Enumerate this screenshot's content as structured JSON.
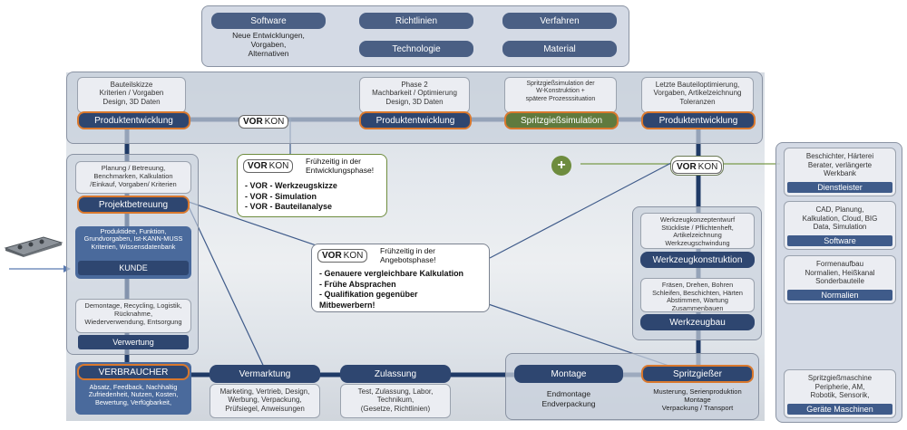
{
  "top_box": {
    "items": [
      "Software",
      "Richtlinien",
      "Verfahren",
      "Technologie",
      "Material"
    ],
    "software_sub": "Neue Entwicklungen,\nVorgaben,\nAlternativen"
  },
  "top_row": {
    "card1": "Bauteilskizze\nKriterien / Vorgaben\nDesign, 3D Daten",
    "card2": "Phase 2\nMachbarkeit / Optimierung\nDesign, 3D Daten",
    "card3": "Spritzgießsimulation der\nW-Konstruktion +\nspätere Prozesssituation",
    "card4": "Letzte Bauteiloptimierung,\nVorgaben, Artikelzeichnung\nToleranzen",
    "pill1": "Produktentwicklung",
    "pill2": "Produktentwicklung",
    "pill3": "Spritzgießsimulation",
    "pill4": "Produktentwicklung"
  },
  "vorkon": {
    "vor": "VOR",
    "kon": "KON"
  },
  "callout1": {
    "heading": "Frühzeitig in der\nEntwicklungsphase!",
    "bullets": [
      "VOR - Werkzeugskizze",
      "VOR - Simulation",
      "VOR - Bauteilanalyse"
    ]
  },
  "callout2": {
    "heading": "Frühzeitig in der\nAngebotsphase!",
    "bullets": [
      "Genauere vergleichbare Kalkulation",
      "Frühe Absprachen",
      "Qualifikation gegenüber\nMitbewerbern!"
    ]
  },
  "plus": "+",
  "left": {
    "projekt_text": "Planung / Betreuung,\nBenchmarken, Kalkulation\n/Einkauf, Vorgaben/ Kriterien",
    "projekt_label": "Projektbetreuung",
    "kunde_text": "Produktidee, Funktion,\nGrundvorgaben, Ist-KANN-MUSS\nKriterien, Wissensdatenbank",
    "kunde_label": "KUNDE",
    "verwertung_text": "Demontage, Recycling, Logistik,\nRücknahme,\nWiederverwendung, Entsorgung",
    "verwertung_label": "Verwertung",
    "verbraucher_label": "VERBRAUCHER",
    "verbraucher_text": "Absatz, Feedback, Nachhaltig\nZufriedenheit, Nutzen, Kosten,\nBewertung, Verfügbarkeit,"
  },
  "bottom": {
    "vermarktung_label": "Vermarktung",
    "vermarktung_text": "Marketing, Vertrieb, Design,\nWerbung, Verpackung,\nPrüfsiegel, Anweisungen",
    "zulassung_label": "Zulassung",
    "zulassung_text": "Test, Zulassung, Labor,\nTechnikum,\n(Gesetze, Richtlinien)",
    "montage_label": "Montage",
    "montage_text": "Endmontage\nEndverpackung",
    "spritz_label": "Spritzgießer",
    "spritz_text": "Musterung, Serienproduktion\nMontage\nVerpackung / Transport"
  },
  "mid_right": {
    "wk_text": "Werkzeugkonzeptentwurf\nStückliste / Pflichtenheft,\nArtikelzeichnung\nWerkzeugschwindung",
    "wk_label": "Werkzeugkonstruktion",
    "wb_text": "Fräsen, Drehen, Bohren\nSchleifen, Beschichten, Härten\nAbstimmen, Wartung\nZusammenbauen",
    "wb_label": "Werkzeugbau"
  },
  "right": {
    "dl_text": "Beschichter, Härterei\nBerater, verlängerte\nWerkbank",
    "dl_label": "Dienstleister",
    "sw_text": "CAD, Planung,\nKalkulation, Cloud, BIG\nData, Simulation",
    "sw_label": "Software",
    "nm_text": "Formenaufbau\nNormalien, Heißkanal\nSonderbauteile",
    "nm_label": "Normalien",
    "gm_text": "Spritzgießmaschine\nPeripherie, AM,\nRobotik, Sensorik,",
    "gm_label": "Geräte Maschinen"
  },
  "colors": {
    "navy": "#2e4670",
    "orange": "#d9782d",
    "green": "#5f7a3e",
    "track": "#1f3a66"
  }
}
